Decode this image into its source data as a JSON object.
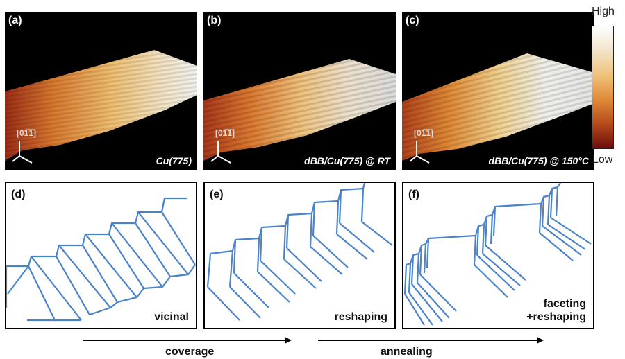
{
  "panels_top": [
    {
      "label": "(a)",
      "caption": "Cu(775)",
      "axis": "[01̅1̅]"
    },
    {
      "label": "(b)",
      "caption": "dBB/Cu(775) @ RT",
      "axis": "[01̅1̅]"
    },
    {
      "label": "(c)",
      "caption": "dBB/Cu(775) @ 150°C",
      "axis": "[01̅1̅]"
    }
  ],
  "panels_bottom": [
    {
      "label": "(d)",
      "text_lines": [
        "vicinal"
      ]
    },
    {
      "label": "(e)",
      "text_lines": [
        "reshaping"
      ]
    },
    {
      "label": "(f)",
      "text_lines": [
        "faceting",
        "+reshaping"
      ]
    }
  ],
  "colorbar": {
    "high": "High",
    "low": "Low"
  },
  "arrows": {
    "coverage": "coverage",
    "annealing": "annealing"
  },
  "colors": {
    "step_line": "#4a83c9",
    "stm_background": "#000000"
  }
}
